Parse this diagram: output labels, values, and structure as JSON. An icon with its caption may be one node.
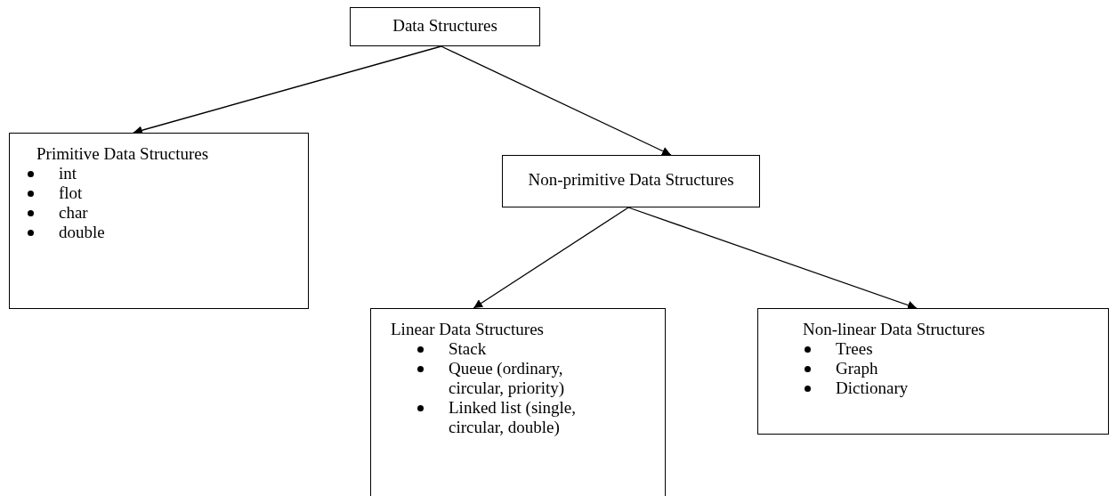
{
  "diagram": {
    "nodes": [
      {
        "text": [
          "Data Structures"
        ]
      },
      {
        "text": [
          "Primitive Data Structures",
          "int",
          "flot",
          "char",
          "double"
        ]
      },
      {
        "text": [
          "Non-primitive Data Structures"
        ]
      },
      {
        "text": [
          "Linear Data Structures",
          "Stack",
          "Queue (ordinary, circular, priority)",
          "Linked list (single, circular, double)"
        ]
      },
      {
        "text": [
          "Non-linear Data Structures",
          "Trees",
          "Graph",
          "Dictionary"
        ]
      }
    ],
    "edges": [
      {
        "from": 0,
        "to": 1,
        "arrow": "to"
      },
      {
        "from": 0,
        "to": 2,
        "arrow": "to"
      },
      {
        "from": 2,
        "to": 3,
        "arrow": "to"
      },
      {
        "from": 2,
        "to": 4,
        "arrow": "to"
      }
    ]
  }
}
